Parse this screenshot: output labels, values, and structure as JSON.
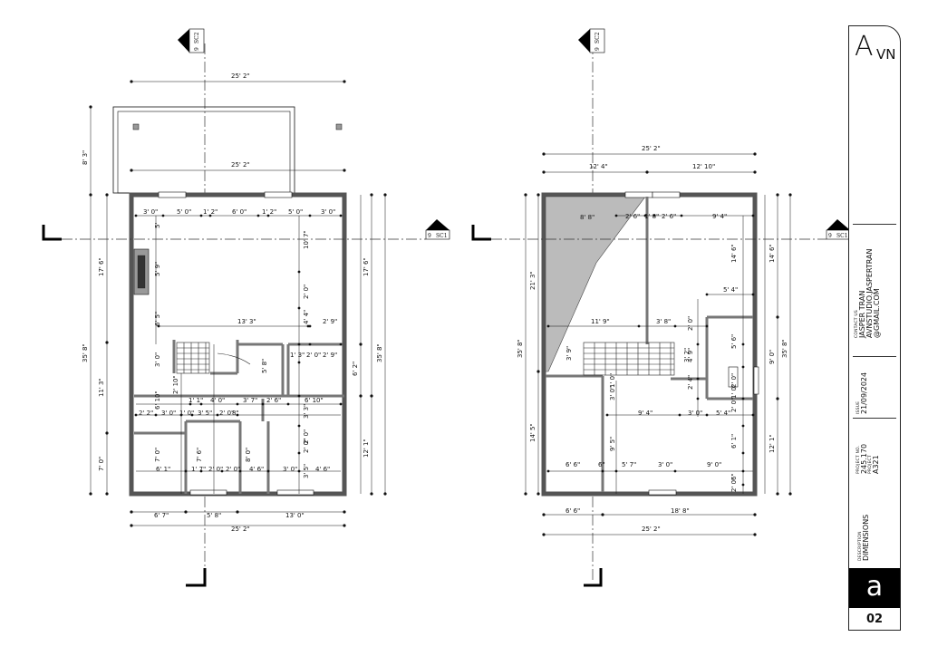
{
  "sections": {
    "scb": "SC2",
    "sca": "SC1",
    "number": "9"
  },
  "floor1": {
    "overall_top": "25' 2\"",
    "porch_dim": "25' 2\"",
    "porch_depth": "8' 3\"",
    "overall_bottom": "25' 2\"",
    "left_overall": "35' 8\"",
    "left_top": "17' 6\"",
    "left_mid": "11' 3\"",
    "left_bot": "7' 0\"",
    "right_overall": "35' 8\"",
    "right_top": "17' 6\"",
    "right_bot": "12' 1\"",
    "right_mid": "6' 2\"",
    "top_row": [
      "3' 0\"",
      "5' 0\"",
      "1' 2\"",
      "6' 0\"",
      "1' 2\"",
      "5' 0\"",
      "3' 0\""
    ],
    "bottom_row": [
      "6' 7\"",
      "5' 8\"",
      "13' 0\""
    ],
    "inner": [
      "5'",
      "10' 7\"",
      "5' 9\"",
      "6' 5\"",
      "13' 3\"",
      "2' 0\"",
      "4' 4\"",
      "2' 9\"",
      "1' 3\"",
      "2' 0\"",
      "2' 9\"",
      "5' 8\"",
      "3' 0\"",
      "2' 10\"",
      "6' 10\"",
      "1' 1\"",
      "4' 0\"",
      "3' 7\"",
      "2' 6\"",
      "6' 10\"",
      "2' 2\"",
      "3' 0\"",
      "1' 0\"",
      "3' 5\"",
      "2' 0\"",
      "8\"",
      "3' 3\"",
      "7' 0\"",
      "7' 6\"",
      "8' 0\"",
      "6' 1\"",
      "1' 7\"",
      "2' 0\"",
      "2' 0\"",
      "4' 6\"",
      "3' 0\"",
      "2' 0\"",
      "2' 0\"",
      "3' 5\"",
      "4' 6\""
    ]
  },
  "floor2": {
    "overall_top": "25' 2\"",
    "top_left": "12' 4\"",
    "top_right": "12' 10\"",
    "overall_bottom": "25' 2\"",
    "bottom_left": "6' 6\"",
    "bottom_right": "18' 8\"",
    "left_overall": "35' 8\"",
    "left_top": "21' 3\"",
    "left_bot": "14' 5\"",
    "right_overall": "35' 8\"",
    "right_top": "14' 6\"",
    "right_mid": "9' 0\"",
    "right_bot": "12' 1\"",
    "inner": [
      "8' 8\"",
      "2' 6\"",
      "1' 8\"",
      "2' 6\"",
      "9' 4\"",
      "14' 6\"",
      "5' 4\"",
      "11' 9\"",
      "3' 8\"",
      "2' 0\"",
      "5' 6\"",
      "3' 9\"",
      "3' 2\"",
      "4' 9\"",
      "2' 4\"",
      "1' 0\"",
      "2' 0\"",
      "3' 0\"",
      "1' 0\"",
      "2' 0\"",
      "9' 4\"",
      "3' 0\"",
      "5' 4\"",
      "6' 1\"",
      "9' 5\"",
      "6' 6\"",
      "6\"",
      "5' 7\"",
      "3' 0\"",
      "9' 0\"",
      "6\"",
      "2' 0\""
    ]
  },
  "titleblock": {
    "logo_a": "A",
    "logo_vn": "VN",
    "contact_label": "CONTACT US",
    "contact_lines": [
      "JASPER TRAN",
      "AVNSTUDIO.JASPERTRAN",
      "@GMAIL.COM"
    ],
    "issue_label": "ISSUE",
    "issue_date": "21/09/2024",
    "project_no_label": "PROJECT NO.",
    "project_no": "245.170",
    "project_label": "PROJECT",
    "project": "A321",
    "description_label": "DESCRIPTION",
    "description": "DIMENSIONS",
    "sheet_letter": "a",
    "sheet_number": "02"
  }
}
